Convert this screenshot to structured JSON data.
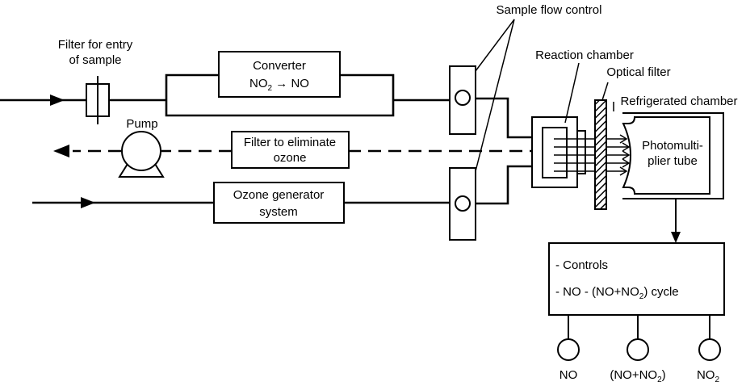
{
  "labels": {
    "filter_entry_1": "Filter for entry",
    "filter_entry_2": "of sample",
    "converter_1": "Converter",
    "converter_no2": "NO",
    "converter_sub": "2",
    "converter_arrow": " → NO",
    "sample_flow_control": "Sample flow control",
    "reaction_chamber": "Reaction chamber",
    "optical_filter": "Optical filter",
    "refrigerated_chamber": "Refrigerated chamber",
    "pump": "Pump",
    "filter_ozone_1": "Filter to eliminate",
    "filter_ozone_2": "ozone",
    "ozone_gen_1": "Ozone generator",
    "ozone_gen_2": "system",
    "pmt_1": "Photomulti-",
    "pmt_2": "plier tube",
    "controls": "- Controls",
    "cycle_pre": "- NO - (NO+NO",
    "cycle_sub": "2",
    "cycle_post": ") cycle",
    "out_no": "NO",
    "out_sum_pre": "(NO+NO",
    "out_sum_sub": "2",
    "out_sum_post": ")",
    "out_no2": "NO",
    "out_no2_sub": "2"
  }
}
